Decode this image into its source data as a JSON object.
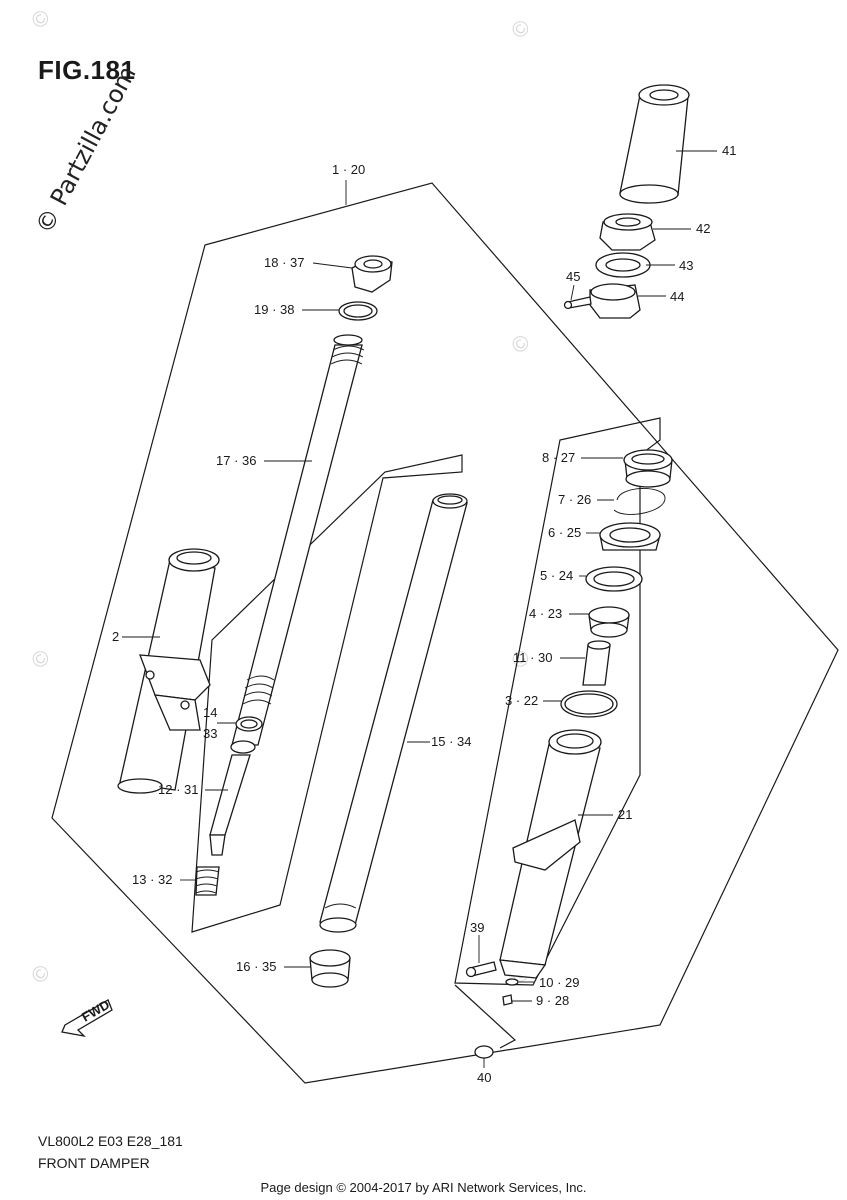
{
  "figure": {
    "title": "FIG.181",
    "watermark": "© Partzilla.com",
    "model_code": "VL800L2 E03 E28_181",
    "assembly_name": "FRONT DAMPER",
    "credit": "Page design © 2004-2017 by ARI Network Services, Inc."
  },
  "fwd_label": "FWD",
  "callouts": {
    "c_1_20": "1 · 20",
    "c_2": "2",
    "c_3_22": "3 · 22",
    "c_4_23": "4 · 23",
    "c_5_24": "5 · 24",
    "c_6_25": "6 · 25",
    "c_7_26": "7 · 26",
    "c_8_27": "8 · 27",
    "c_9_28": "9 · 28",
    "c_10_29": "10 · 29",
    "c_11_30": "11 · 30",
    "c_12_31": "12 · 31",
    "c_13_32": "13 · 32",
    "c_14": "14",
    "c_33": "33",
    "c_15_34": "15 · 34",
    "c_16_35": "16 · 35",
    "c_17_36": "17 · 36",
    "c_18_37": "18 · 37",
    "c_19_38": "19 · 38",
    "c_21": "21",
    "c_39": "39",
    "c_40": "40",
    "c_41": "41",
    "c_42": "42",
    "c_43": "43",
    "c_44": "44",
    "c_45": "45"
  }
}
